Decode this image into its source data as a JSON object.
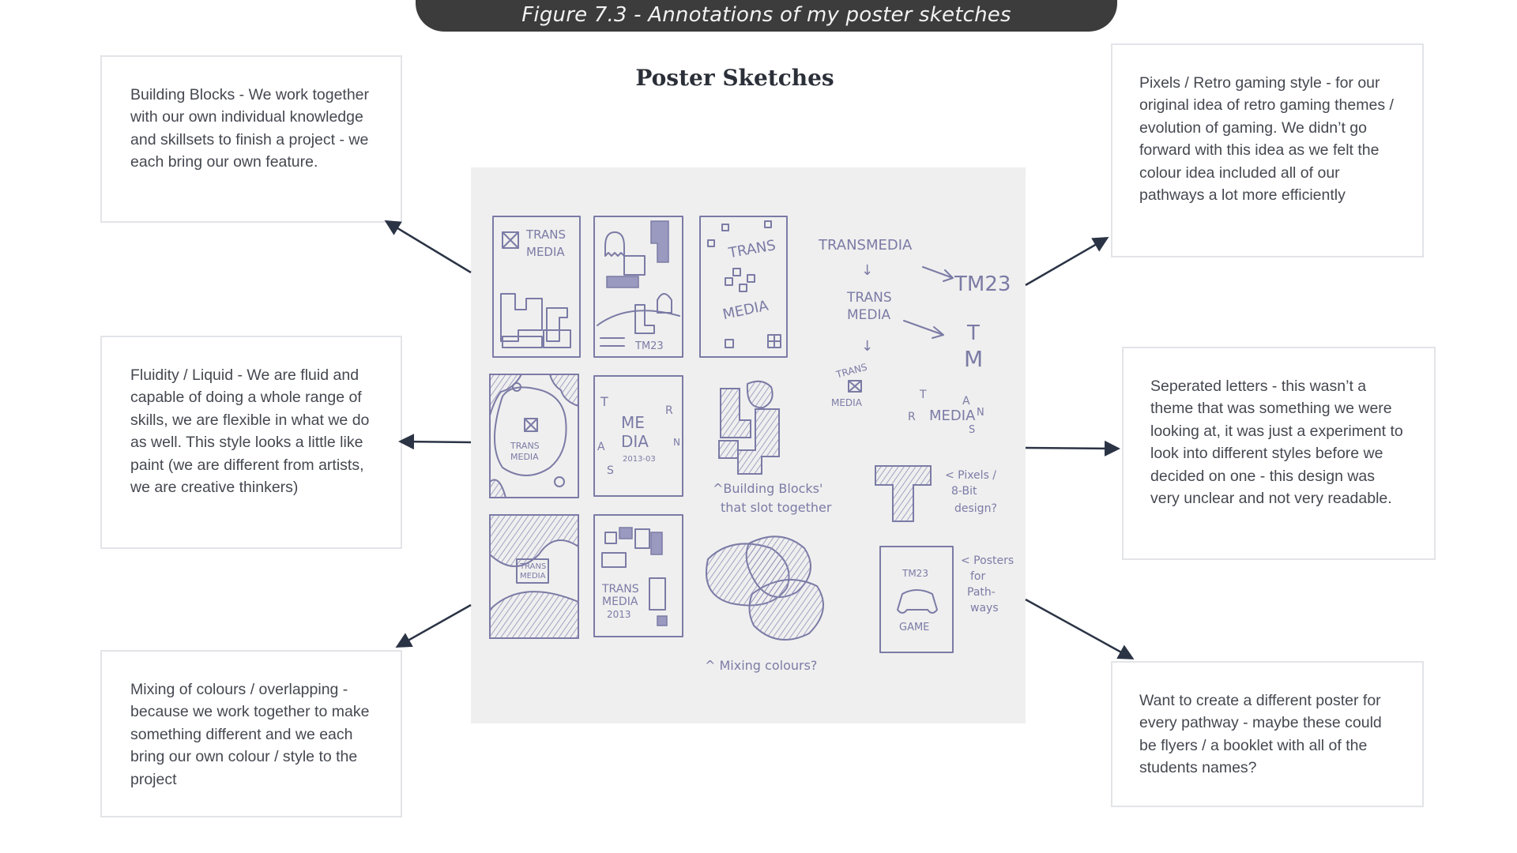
{
  "caption": "Figure 7.3 - Annotations of my poster sketches",
  "title": "Poster Sketches",
  "notes": {
    "building_blocks": "Building Blocks - We work together with our own individual knowledge and skillsets to finish a project - we each bring our own feature.",
    "fluidity": "Fluidity / Liquid - We are fluid and capable of doing a whole range of skills, we are flexible in what we do as well. This style looks a little like paint (we are different from artists, we are creative thinkers)",
    "mixing": "Mixing of colours / overlapping - because we work together to make something different and we each bring our own colour / style to the project",
    "pixels": "Pixels / Retro gaming style - for our original idea of retro gaming themes / evolution of gaming. We didn’t go forward with this idea as we felt the colour idea included all of our pathways a lot more efficiently",
    "separated": "Seperated letters - this wasn’t a theme that was something we were looking at, it was just a experiment to look into different styles before we decided on one - this design was very unclear and not very readable.",
    "different_poster": "Want to create a different poster for every pathway - maybe these could be flyers / a booklet with all of the students names?"
  },
  "sketch_text": {
    "trans": "TRANS",
    "media": "MEDIA",
    "transmedia": "TRANSMEDIA",
    "tm23": "TM23",
    "tm": "TM",
    "t": "T",
    "m": "M",
    "me": "ME",
    "dia": "DIA",
    "r": "R",
    "a": "A",
    "n": "N",
    "s": "S",
    "years": "2013-03",
    "year2013": "2013",
    "arrow_down": "↓",
    "building_blocks_note": "^Building Blocks'",
    "slot_together": "that slot together",
    "pixels_q": "< Pixels /",
    "bit_8": "8-Bit",
    "design_q": "design?",
    "posters": "< Posters",
    "for": "for",
    "path": "Path-",
    "ways": "ways",
    "game": "GAME",
    "mixing_colours": "^ Mixing colours?"
  },
  "colors": {
    "caption_bar": "#3c3c3c",
    "sketch_ink": "#7b7ba6",
    "panel": "#efefef",
    "arrow": "#2b3445"
  }
}
